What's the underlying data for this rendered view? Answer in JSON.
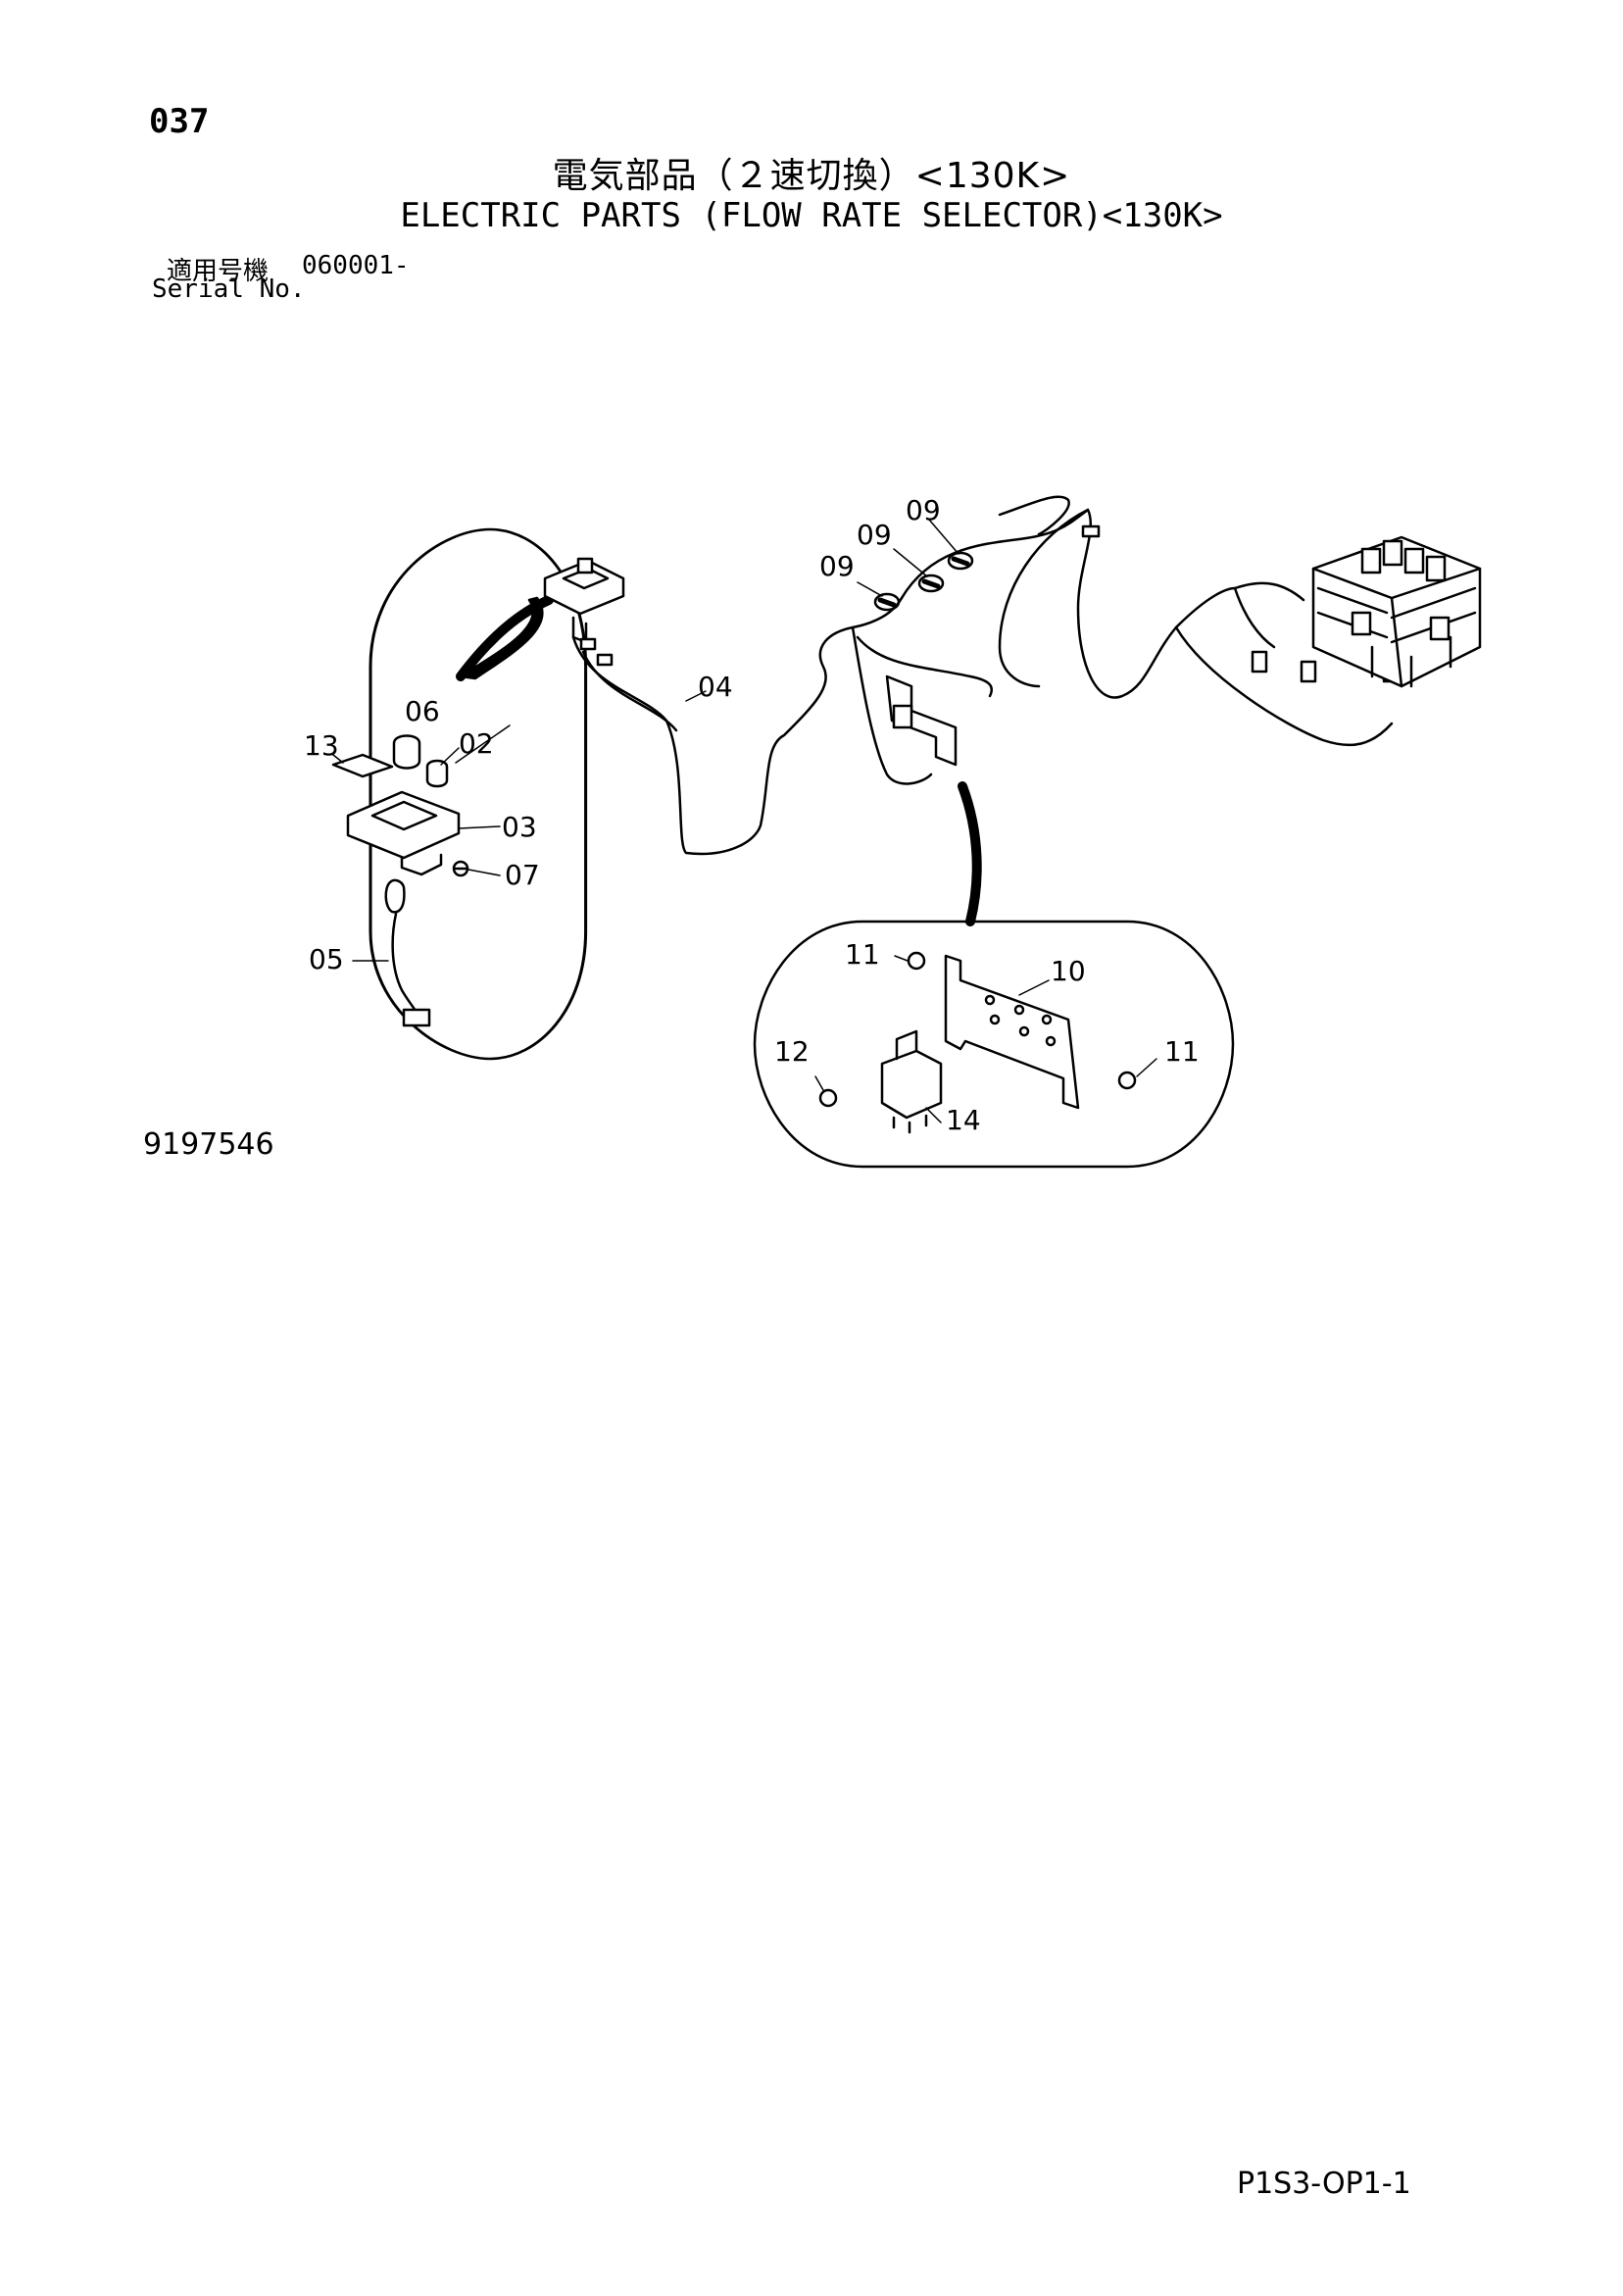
{
  "header": {
    "page_code": "037",
    "title_ja": "電気部品（２速切換）<130K>",
    "title_en": "ELECTRIC PARTS (FLOW RATE SELECTOR)<130K>",
    "serial_label_ja": "適用号機",
    "serial_value": "060001-",
    "serial_label_en": "Serial No."
  },
  "diagram": {
    "callouts": {
      "c09a": "09",
      "c09b": "09",
      "c09c": "09",
      "c04": "04",
      "c06": "06",
      "c13": "13",
      "c02": "02",
      "c03": "03",
      "c07": "07",
      "c05": "05",
      "c11a": "11",
      "c10": "10",
      "c12": "12",
      "c11b": "11",
      "c14": "14"
    }
  },
  "footer": {
    "drawing_number": "9197546",
    "page_ref": "P1S3-OP1-1"
  }
}
